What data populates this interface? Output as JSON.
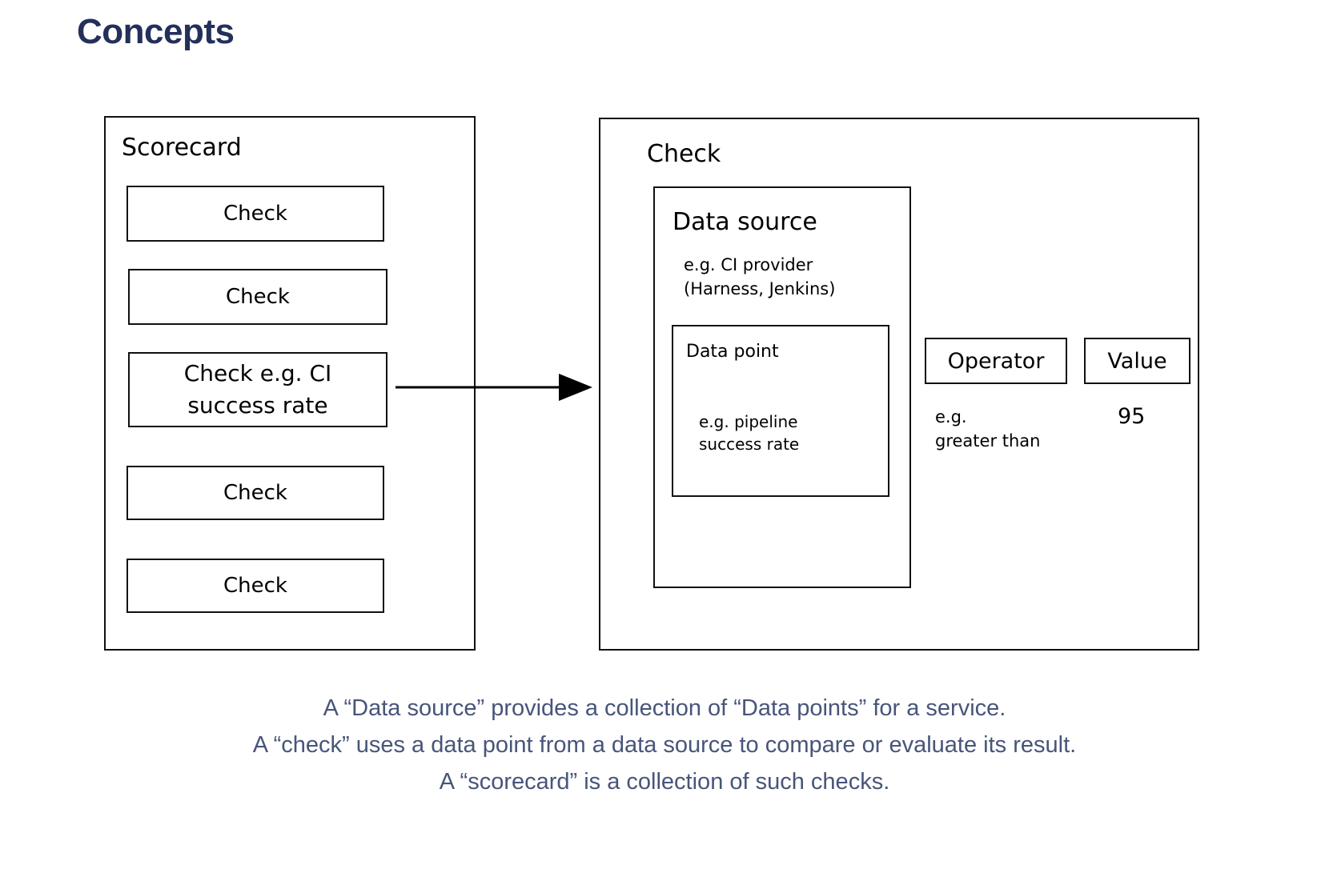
{
  "page": {
    "title": "Concepts",
    "title_color": "#23305a",
    "background": "#ffffff"
  },
  "scorecard": {
    "label": "Scorecard",
    "checks": [
      {
        "label": "Check"
      },
      {
        "label": "Check"
      },
      {
        "label": "Check e.g. CI\nsuccess rate"
      },
      {
        "label": "Check"
      },
      {
        "label": "Check"
      }
    ]
  },
  "arrow": {
    "name": "arrow-right",
    "from": "scorecard-check-3",
    "to": "check-detail-box"
  },
  "check_detail": {
    "label": "Check",
    "data_source": {
      "title": "Data source",
      "example": "e.g. CI provider\n(Harness, Jenkins)",
      "data_point": {
        "title": "Data point",
        "example": "e.g. pipeline\nsuccess rate"
      }
    },
    "operator": {
      "label": "Operator",
      "example": "e.g.\ngreater than"
    },
    "value": {
      "label": "Value",
      "example": "95"
    }
  },
  "caption": {
    "color": "#48557a",
    "lines": [
      "A “Data source” provides a collection of “Data points” for a service.",
      "A “check” uses a data point from a data source to compare or evaluate its result.",
      "A “scorecard” is a collection of such checks."
    ]
  }
}
